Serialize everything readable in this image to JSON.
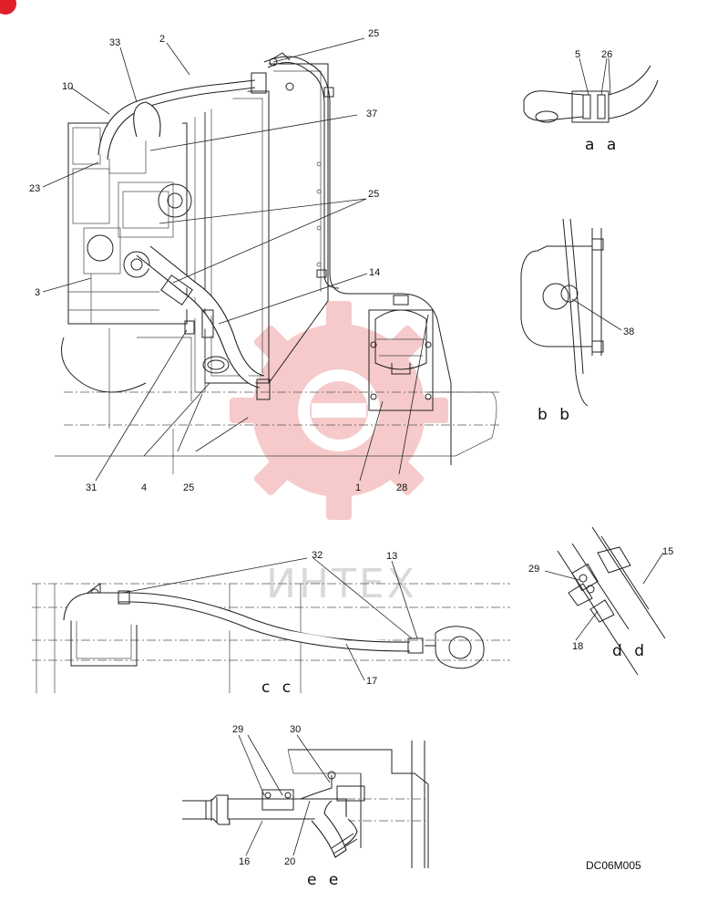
{
  "labels": {
    "main": [
      "33",
      "2",
      "25",
      "10",
      "37",
      "23",
      "25",
      "14",
      "3",
      "31",
      "4",
      "25",
      "1",
      "28"
    ],
    "aa": [
      "5",
      "26"
    ],
    "bb": [
      "38"
    ],
    "cc": [
      "32",
      "13",
      "17"
    ],
    "dd": [
      "29",
      "15",
      "18"
    ],
    "ee": [
      "29",
      "30",
      "16",
      "20"
    ]
  },
  "views": {
    "aa": "a a",
    "bb": "b b",
    "cc": "c c",
    "dd": "d d",
    "ee": "e e"
  },
  "drawing_code": "DC06M005",
  "watermark_text": "ИНТЕХ",
  "colors": {
    "line": "#222222",
    "watermark_gear": "#f0a0a0",
    "watermark_text": "#d9d9d9",
    "corner_badge": "#e0202a"
  }
}
